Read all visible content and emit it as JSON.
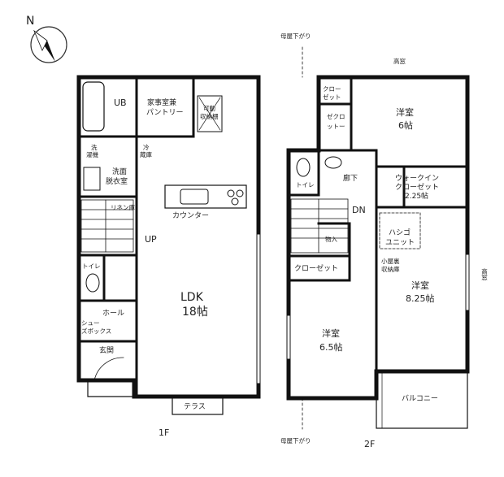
{
  "compass": {
    "north": "N"
  },
  "floor1": {
    "floor_label": "1F",
    "rooms": {
      "ub": "UB",
      "pantry_1": "家事室兼",
      "pantry_2": "パントリー",
      "pantry_shelf_1": "可動",
      "pantry_shelf_2": "収納棚",
      "washer_1": "洗",
      "washer_2": "濯機",
      "fridge_1": "冷",
      "fridge_2": "蔵庫",
      "washroom_1": "洗面",
      "washroom_2": "脱衣室",
      "linen": "リネン庫",
      "counter": "カウンター",
      "stairs_up": "UP",
      "toilet": "トイレ",
      "hall": "ホール",
      "shoe_1": "シュー",
      "shoe_2": "ズボックス",
      "entrance": "玄関",
      "ldk_name": "LDK",
      "ldk_size": "18帖",
      "terrace": "テラス"
    }
  },
  "floor2": {
    "floor_label": "2F",
    "rooms": {
      "closet_small_1": "クロー",
      "closet_small_2": "ゼット",
      "closet_v_1": "ゼクロ",
      "closet_v_2": "ットー",
      "highwin_top": "高窓",
      "bedroom6_name": "洋室",
      "bedroom6_size": "6帖",
      "toilet": "トイレ",
      "hallway": "廊下",
      "wic_1": "ウォークイン",
      "wic_2": "クローゼット",
      "wic_size": "2.25帖",
      "stairs_down": "DN",
      "storage": "物入",
      "ladder_1": "ハシゴ",
      "ladder_2": "ユニット",
      "attic_1": "小屋裏",
      "attic_2": "収納庫",
      "closet": "クローゼット",
      "bedroom825_name": "洋室",
      "bedroom825_size": "8.25帖",
      "highwin_right": "高窓",
      "bedroom65_name": "洋室",
      "bedroom65_size": "6.5帖",
      "balcony": "バルコニー",
      "eaves_top": "母屋下がり",
      "eaves_bottom": "母屋下がり"
    }
  }
}
